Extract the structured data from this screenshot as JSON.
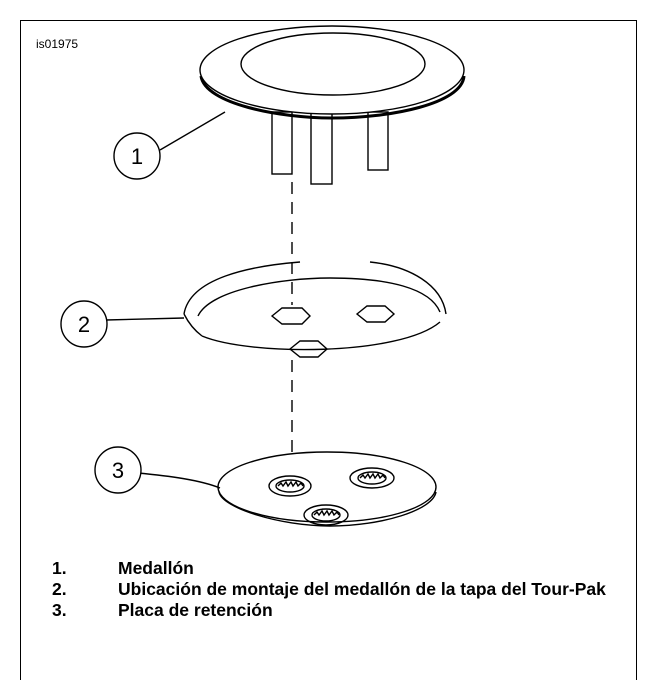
{
  "figure": {
    "id": "is01975",
    "callouts": [
      "1",
      "2",
      "3"
    ]
  },
  "legend": [
    {
      "num": "1.",
      "text": "Medallón"
    },
    {
      "num": "2.",
      "text": "Ubicación de montaje del medallón de la tapa del Tour-Pak"
    },
    {
      "num": "3.",
      "text": "Placa de retención"
    }
  ]
}
